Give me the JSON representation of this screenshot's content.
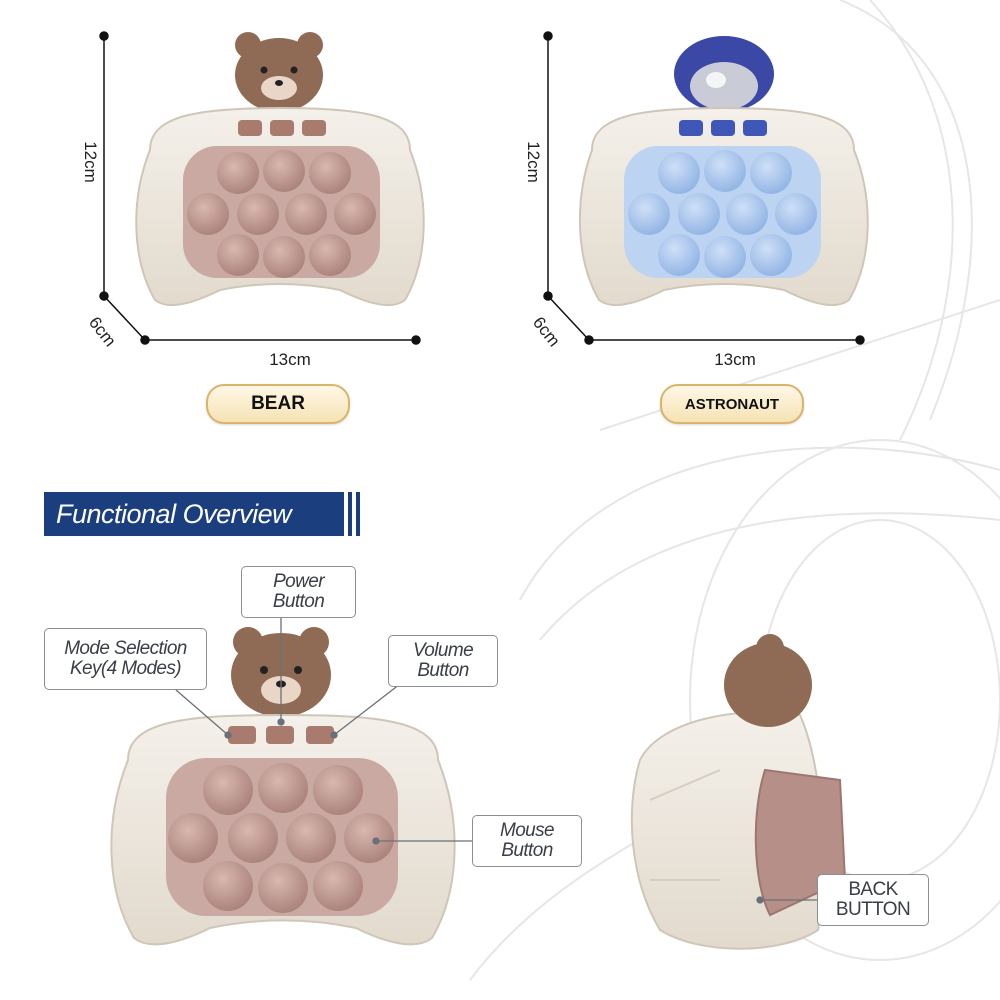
{
  "products": [
    {
      "name": "BEAR",
      "height": "12cm",
      "width": "13cm",
      "depth": "6cm",
      "color": "#b58f88"
    },
    {
      "name": "ASTRONAUT",
      "height": "12cm",
      "width": "13cm",
      "depth": "6cm",
      "color": "#a6c4ec"
    }
  ],
  "overview": {
    "title": "Functional Overview",
    "callouts": {
      "power": [
        "Power",
        "Button"
      ],
      "mode": [
        "Mode Selection",
        "Key(4 Modes)"
      ],
      "volume": [
        "Volume",
        "Button"
      ],
      "mouse": [
        "Mouse",
        "Button"
      ],
      "back": [
        "BACK",
        "BUTTON"
      ]
    }
  },
  "colors": {
    "body": "#ece6dc",
    "bear_pad": "#b58f88",
    "astro_pad": "#a6c4ec",
    "bear_head": "#8f6a55",
    "astro_helmet": "#3b48a6",
    "button_bear": "#a97b6e",
    "button_astro": "#3f58b8",
    "title_bg": "#1b3f7e",
    "pill_border": "#d9b46a"
  },
  "icons": [
    "menu-icon",
    "power-icon",
    "speaker-icon"
  ]
}
